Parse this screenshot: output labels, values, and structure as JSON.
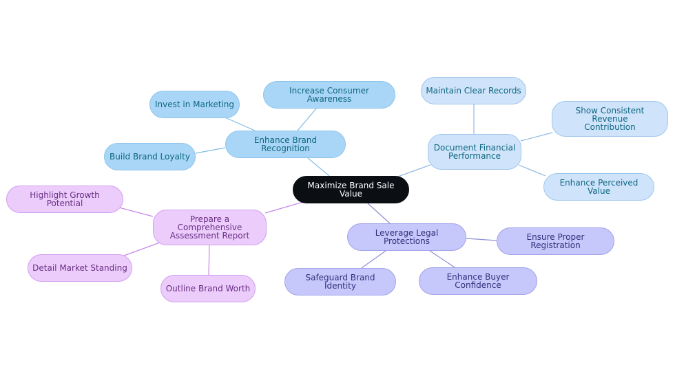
{
  "root": {
    "label": "Maximize Brand Sale Value"
  },
  "branches": {
    "brand_recognition": {
      "label": "Enhance Brand Recognition",
      "children": [
        "Invest in Marketing",
        "Increase Consumer Awareness",
        "Build Brand Loyalty"
      ]
    },
    "financial_performance": {
      "label": "Document Financial\nPerformance",
      "children": [
        "Maintain Clear Records",
        "Show Consistent Revenue\nContribution",
        "Enhance Perceived Value"
      ]
    },
    "legal_protections": {
      "label": "Leverage Legal Protections",
      "children": [
        "Ensure Proper Registration",
        "Safeguard Brand Identity",
        "Enhance Buyer Confidence"
      ]
    },
    "assessment_report": {
      "label": "Prepare a Comprehensive\nAssessment Report",
      "children": [
        "Highlight Growth Potential",
        "Detail Market Standing",
        "Outline Brand Worth"
      ]
    }
  },
  "colors": {
    "root": "#0b0f14",
    "brand_recognition": "#a9d6f7",
    "financial_performance": "#cfe4fb",
    "legal_protections": "#c6c7fb",
    "assessment_report": "#ebccfb"
  }
}
